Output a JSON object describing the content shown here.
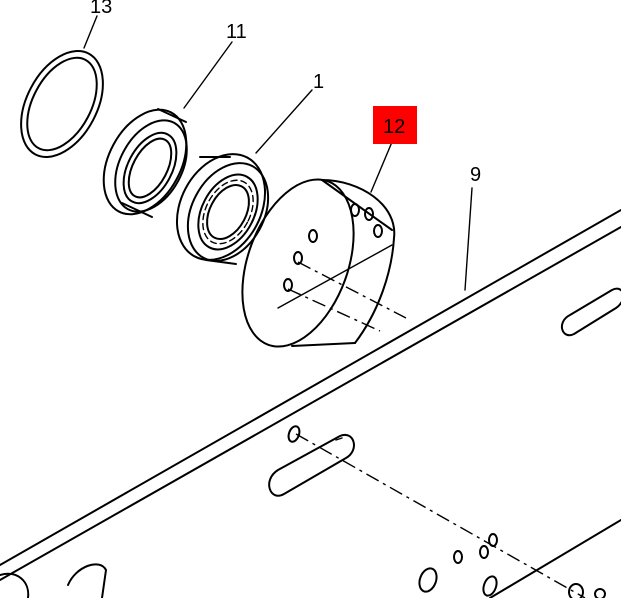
{
  "callouts": [
    {
      "id": "13",
      "label": "13"
    },
    {
      "id": "11",
      "label": "11"
    },
    {
      "id": "1",
      "label": "1"
    },
    {
      "id": "12",
      "label": "12",
      "highlighted": true
    },
    {
      "id": "9",
      "label": "9"
    }
  ],
  "colors": {
    "highlight": "#ff0000",
    "line": "#000000",
    "background": "#ffffff"
  }
}
